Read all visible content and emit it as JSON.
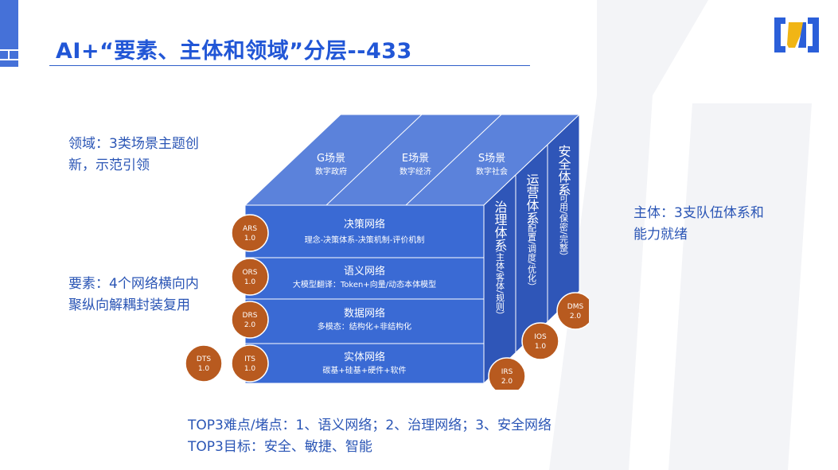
{
  "title": "AI+“要素、主体和领域”分层--433",
  "notes": {
    "domain": [
      "领域：3类场景主题创",
      "新，示范引领"
    ],
    "elements": [
      "要素：4个网络横向内",
      "聚纵向解耦封装复用"
    ],
    "subjects": [
      "主体：3支队伍体系和",
      "能力就绪"
    ],
    "difficulties": "TOP3难点/堵点：1、语义网络；2、治理网络；3、安全网络",
    "goals": "TOP3目标：安全、敏捷、智能"
  },
  "scenes": [
    {
      "name": "G场景",
      "sub": "数字政府"
    },
    {
      "name": "E场景",
      "sub": "数字经济"
    },
    {
      "name": "S场景",
      "sub": "数字社会"
    }
  ],
  "layers": [
    {
      "name": "决策网络",
      "sub": "理念-决策体系-决策机制-评价机制",
      "badge_name": "ARS",
      "badge_ver": "1.0"
    },
    {
      "name": "语义网络",
      "sub": "大模型翻译：Token+向量/动态本体模型",
      "badge_name": "ORS",
      "badge_ver": "1.0"
    },
    {
      "name": "数据网络",
      "sub": "多模态：结构化+非结构化",
      "badge_name": "DRS",
      "badge_ver": "2.0"
    },
    {
      "name": "实体网络",
      "sub": "碳基+硅基+硬件+软件",
      "badge_name": "ITS",
      "badge_ver": "1.0"
    }
  ],
  "extra_badge": {
    "name": "DTS",
    "ver": "1.0"
  },
  "systems": [
    {
      "name": "治理体系",
      "sub": "（主体/客体/规则）",
      "badge_name": "IRS",
      "badge_ver": "2.0"
    },
    {
      "name": "运营体系",
      "sub": "（配置/调度/优化）",
      "badge_name": "IOS",
      "badge_ver": "1.0"
    },
    {
      "name": "安全体系",
      "sub": "（可用/保密/完整）",
      "badge_name": "DMS",
      "badge_ver": "2.0"
    }
  ],
  "colors": {
    "accent": "#2156d6",
    "cube_front": "#3a6ad4",
    "cube_top": "#5b82db",
    "cube_side": "#2f56b8",
    "badge": "#b85a1f",
    "note_text": "#2a55b5"
  }
}
